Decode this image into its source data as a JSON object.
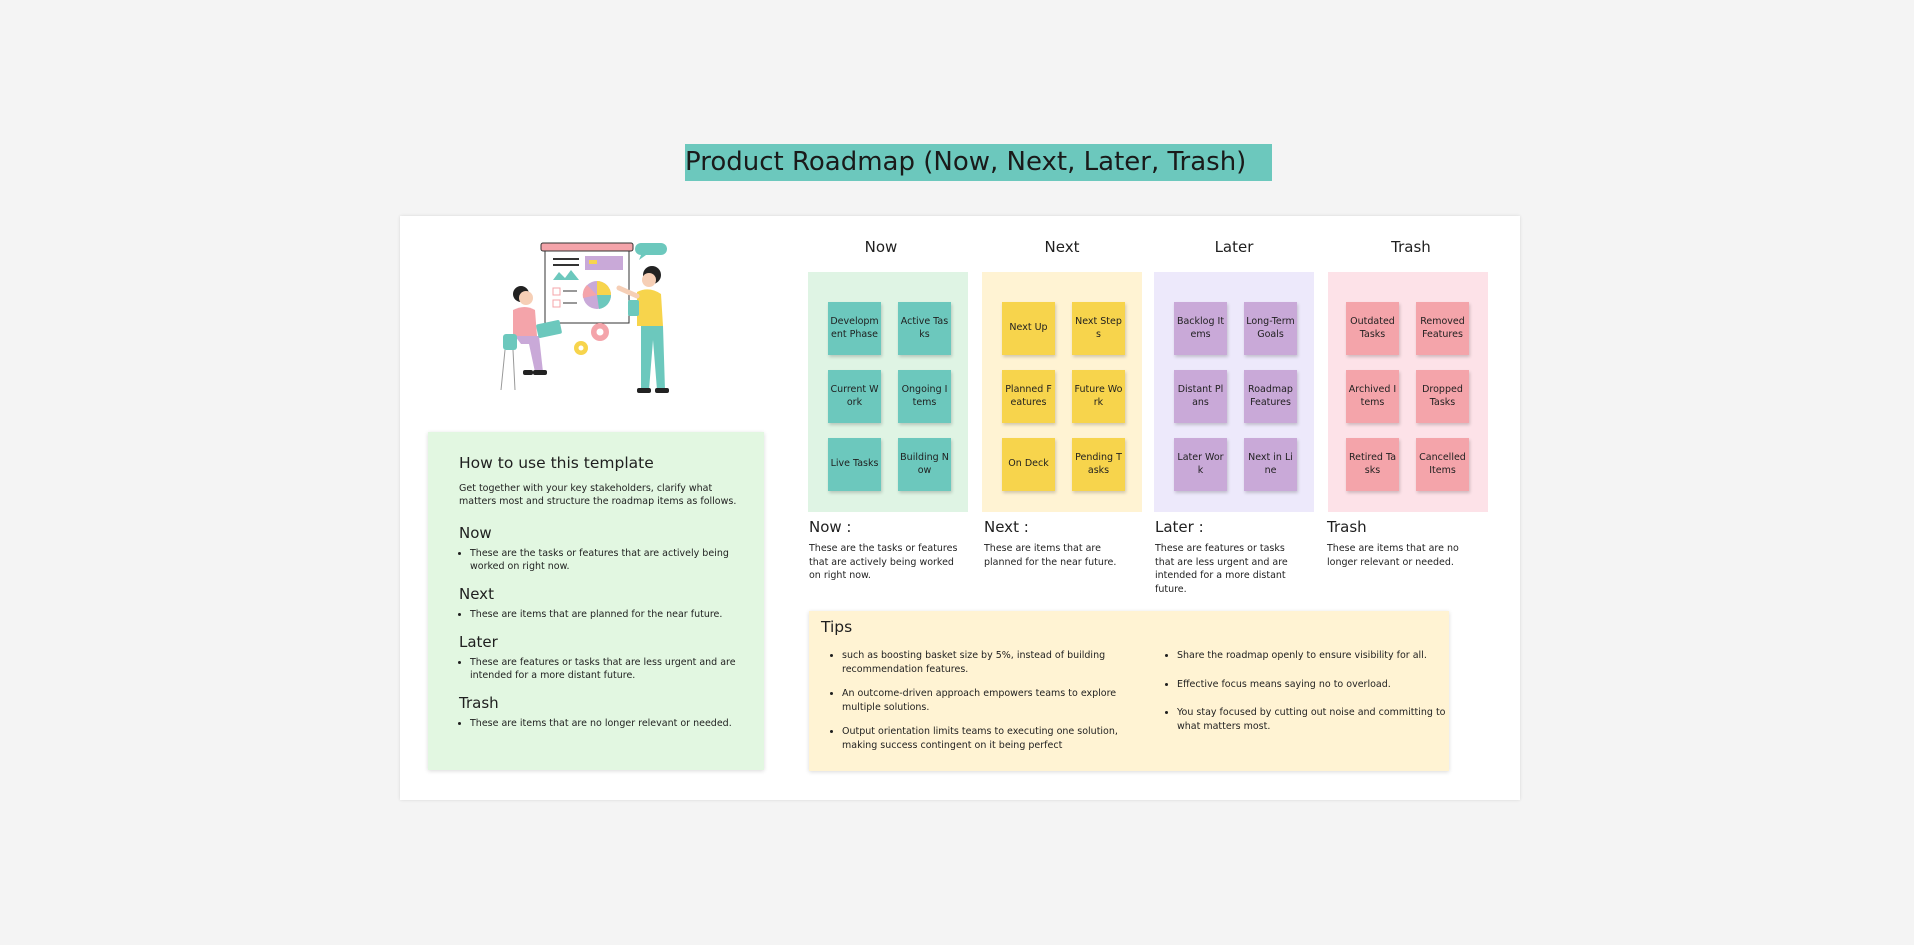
{
  "title": "Product Roadmap (Now, Next, Later, Trash)",
  "colors": {
    "title_bg": "#6cc8bd",
    "now_bg": "#dff4e4",
    "now_note": "#6cc8bd",
    "next_bg": "#fff3d3",
    "next_note": "#f7d44c",
    "later_bg": "#ede9fb",
    "later_note": "#c9a9d8",
    "trash_bg": "#fde2e8",
    "trash_note": "#f4a4aa"
  },
  "how_to": {
    "heading": "How to use this template",
    "intro": "Get together with your key stakeholders, clarify what matters most and structure the roadmap items as follows.",
    "sections": [
      {
        "title": "Now",
        "text": "These are the tasks or features that are actively being worked on right now."
      },
      {
        "title": "Next",
        "text": "These are items that are planned for the near future."
      },
      {
        "title": "Later",
        "text": "These are features or tasks that are less urgent and are intended for a more distant future."
      },
      {
        "title": "Trash",
        "text": "These are items that are no longer relevant or needed."
      }
    ]
  },
  "columns": [
    {
      "header": "Now",
      "notes": [
        "Development Phase",
        "Active Tasks",
        "Current Work",
        "Ongoing Items",
        "Live Tasks",
        "Building Now"
      ],
      "desc_title": "Now :",
      "desc_text": "These are the tasks or features that are actively being worked on right now."
    },
    {
      "header": "Next",
      "notes": [
        "Next Up",
        "Next Steps",
        "Planned Features",
        "Future Work",
        "On Deck",
        "Pending Tasks"
      ],
      "desc_title": "Next :",
      "desc_text": "These are items that are planned for the near future."
    },
    {
      "header": "Later",
      "notes": [
        "Backlog Items",
        "Long-Term Goals",
        "Distant Plans",
        "Roadmap Features",
        "Later Work",
        "Next in Line"
      ],
      "desc_title": "Later :",
      "desc_text": "These are features or tasks that are less urgent and are intended for a more distant future."
    },
    {
      "header": "Trash",
      "notes": [
        "Outdated Tasks",
        "Removed Features",
        "Archived Items",
        "Dropped Tasks",
        "Retired Tasks",
        "Cancelled Items"
      ],
      "desc_title": "Trash",
      "desc_text": "These are items that are no longer relevant or needed."
    }
  ],
  "tips": {
    "heading": "Tips",
    "left": [
      "such as boosting basket size by 5%, instead of building recommendation features.",
      "An outcome-driven approach empowers teams to explore multiple solutions.",
      "Output orientation limits teams to executing one solution, making success contingent on it being perfect"
    ],
    "right": [
      "Share the roadmap openly to ensure visibility for all.",
      "Effective focus means saying no to overload.",
      "You stay focused by cutting out noise and committing to what matters most."
    ]
  }
}
